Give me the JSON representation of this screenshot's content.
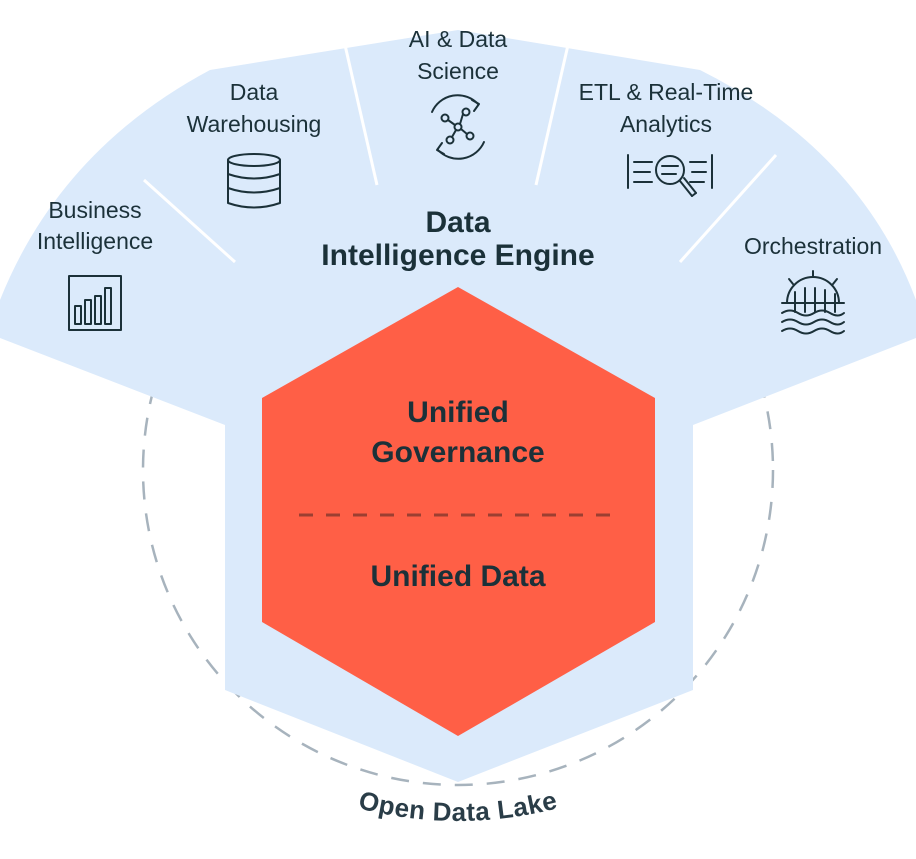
{
  "engine": {
    "title_line1": "Data",
    "title_line2": "Intelligence Engine"
  },
  "core": {
    "governance_line1": "Unified",
    "governance_line2": "Governance",
    "data": "Unified Data"
  },
  "lake": {
    "label": "Open Data Lake"
  },
  "workloads": {
    "bi": {
      "line1": "Business",
      "line2": "Intelligence",
      "icon": "bar-chart-icon"
    },
    "dw": {
      "line1": "Data",
      "line2": "Warehousing",
      "icon": "database-icon"
    },
    "ai": {
      "line1": "AI & Data",
      "line2": "Science",
      "icon": "network-cycle-icon"
    },
    "etl": {
      "line1": "ETL & Real-Time",
      "line2": "Analytics",
      "icon": "stream-magnifier-icon"
    },
    "orch": {
      "line1": "Orchestration",
      "icon": "gear-waves-icon"
    }
  },
  "colors": {
    "hexagon": "#ff5f46",
    "engine_fill": "#dbeafb",
    "text": "#1b3139",
    "lake_ring": "#a7b3bd"
  }
}
